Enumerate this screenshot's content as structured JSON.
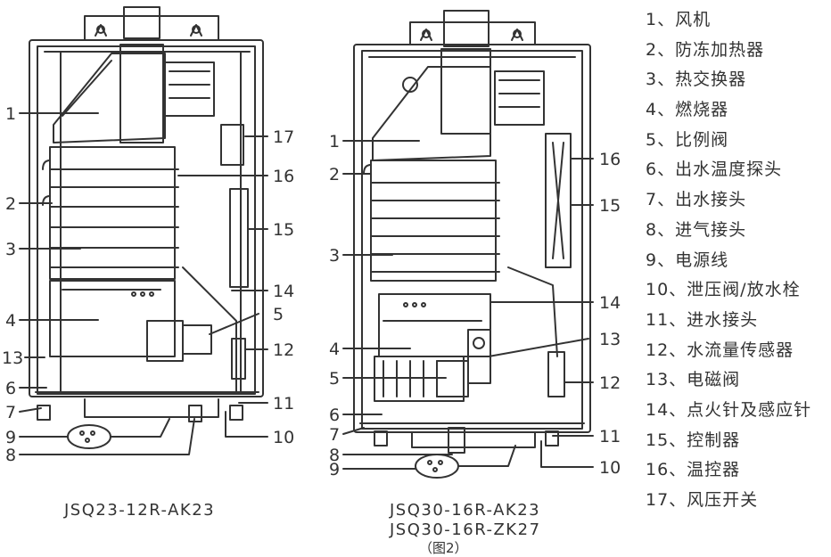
{
  "legend": [
    "1、风机",
    "2、防冻加热器",
    "3、热交换器",
    "4、燃烧器",
    "5、比例阀",
    "6、出水温度探头",
    "7、出水接头",
    "8、进气接头",
    "9、电源线",
    "10、泄压阀/放水栓",
    "11、进水接头",
    "12、水流量传感器",
    "13、电磁阀",
    "14、点火针及感应针",
    "15、控制器",
    "16、温控器",
    "17、风压开关"
  ],
  "left": {
    "model": "JSQ23-12R-AK23",
    "callouts": [
      "1",
      "2",
      "3",
      "4",
      "13",
      "6",
      "7",
      "9",
      "8",
      "17",
      "16",
      "15",
      "14",
      "5",
      "12",
      "11",
      "10"
    ]
  },
  "right": {
    "models": [
      "JSQ30-16R-AK23",
      "JSQ30-16R-ZK27"
    ],
    "caption": "（图2）",
    "callouts": [
      "1",
      "2",
      "3",
      "4",
      "5",
      "6",
      "7",
      "8",
      "9",
      "16",
      "15",
      "14",
      "13",
      "12",
      "11",
      "10"
    ]
  }
}
